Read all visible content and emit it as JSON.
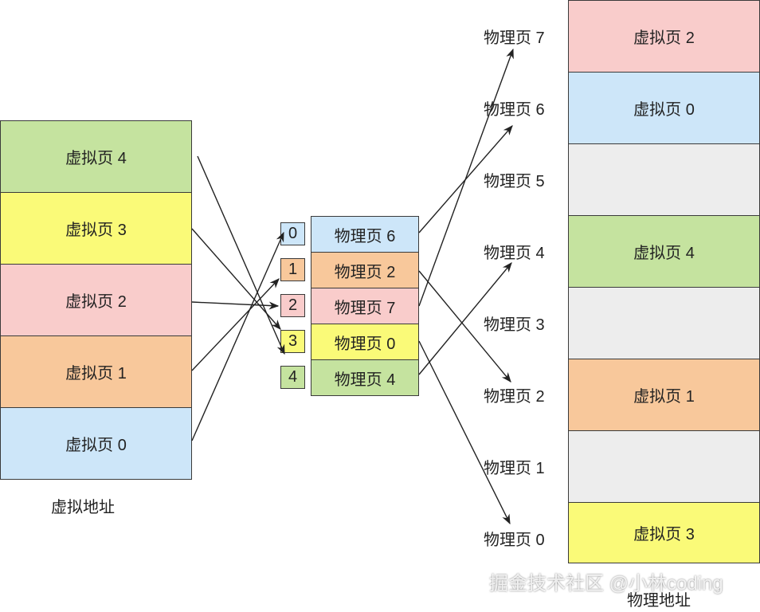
{
  "colors": {
    "green": "#c5e39f",
    "yellow": "#fafa78",
    "pink": "#f9cccb",
    "orange": "#f8c89b",
    "blue": "#cde6f9",
    "gray": "#ededed",
    "stroke": "#222222"
  },
  "virtual_memory": {
    "caption": "虚拟地址",
    "pages": [
      {
        "label": "虚拟页 4",
        "color": "green"
      },
      {
        "label": "虚拟页 3",
        "color": "yellow"
      },
      {
        "label": "虚拟页 2",
        "color": "pink"
      },
      {
        "label": "虚拟页 1",
        "color": "orange"
      },
      {
        "label": "虚拟页 0",
        "color": "blue"
      }
    ]
  },
  "page_table": {
    "indices": [
      {
        "label": "0",
        "color": "blue"
      },
      {
        "label": "1",
        "color": "orange"
      },
      {
        "label": "2",
        "color": "pink"
      },
      {
        "label": "3",
        "color": "yellow"
      },
      {
        "label": "4",
        "color": "green"
      }
    ],
    "entries": [
      {
        "label": "物理页 6",
        "color": "blue"
      },
      {
        "label": "物理页 2",
        "color": "orange"
      },
      {
        "label": "物理页 7",
        "color": "pink"
      },
      {
        "label": "物理页 0",
        "color": "yellow"
      },
      {
        "label": "物理页 4",
        "color": "green"
      }
    ]
  },
  "physical_memory": {
    "caption": "物理地址",
    "frame_labels": [
      "物理页 7",
      "物理页 6",
      "物理页 5",
      "物理页 4",
      "物理页 3",
      "物理页 2",
      "物理页 1",
      "物理页 0"
    ],
    "frames": [
      {
        "label": "虚拟页 2",
        "color": "pink"
      },
      {
        "label": "虚拟页 0",
        "color": "blue"
      },
      {
        "label": "",
        "color": "gray"
      },
      {
        "label": "虚拟页 4",
        "color": "green"
      },
      {
        "label": "",
        "color": "gray"
      },
      {
        "label": "虚拟页 1",
        "color": "orange"
      },
      {
        "label": "",
        "color": "gray"
      },
      {
        "label": "虚拟页 3",
        "color": "yellow"
      }
    ]
  },
  "watermark": "掘金技术社区 @小林coding"
}
